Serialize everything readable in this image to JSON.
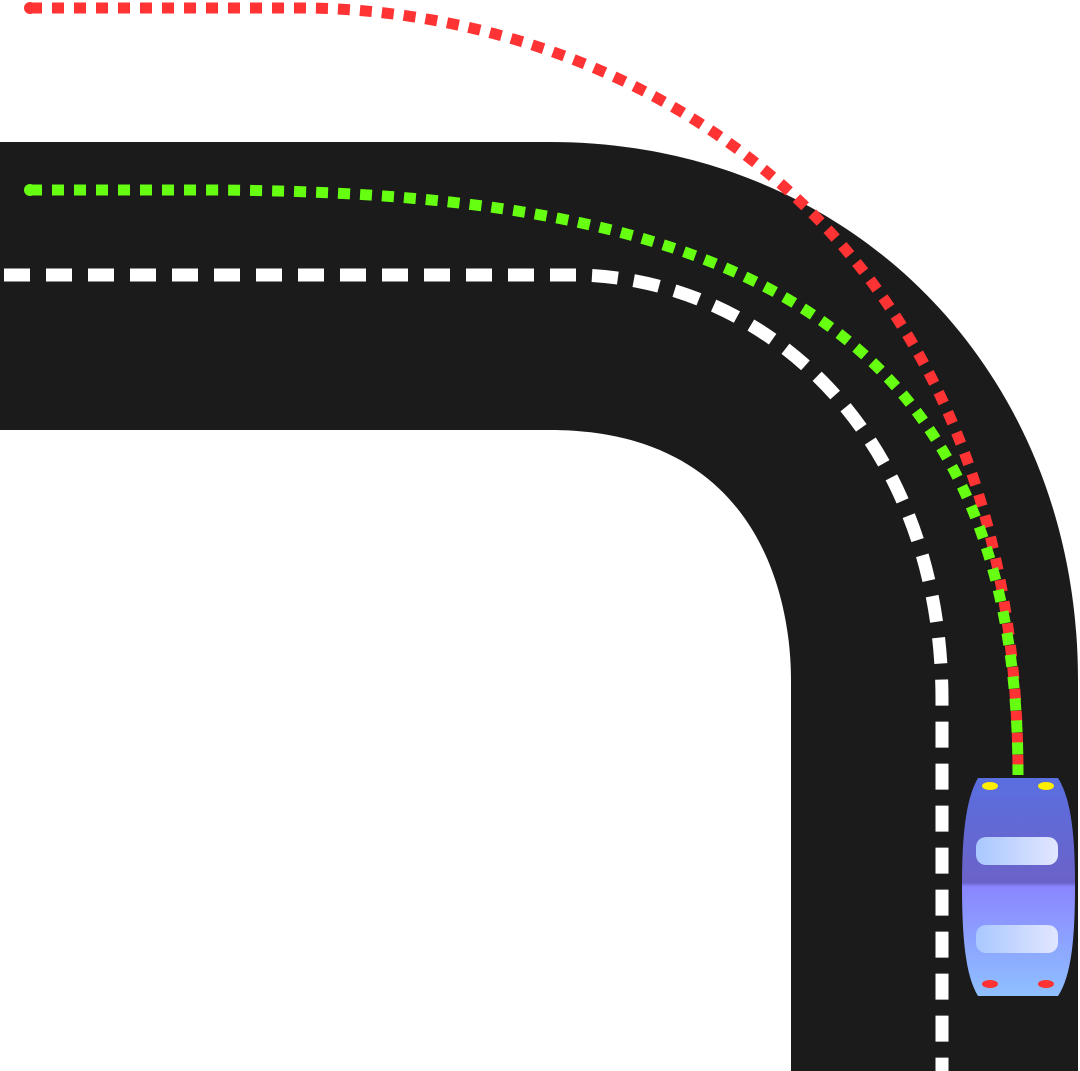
{
  "colors": {
    "background": "#ffffff",
    "road": "#1b1b1b",
    "center_line": "#ffffff",
    "red_path": "#ff3333",
    "green_path": "#66ff11",
    "car_body_front": "#6f7fe6",
    "car_body_rear": "#8fa4ff",
    "car_window": "#cfe0ff",
    "headlight": "#ffee00",
    "taillight": "#ff3333"
  },
  "elements": {
    "road": "curved-road",
    "center_line": "dashed-lane-divider",
    "red_path": "predicted-trajectory-outer",
    "green_path": "predicted-trajectory-inner",
    "car": "car-top-view"
  }
}
